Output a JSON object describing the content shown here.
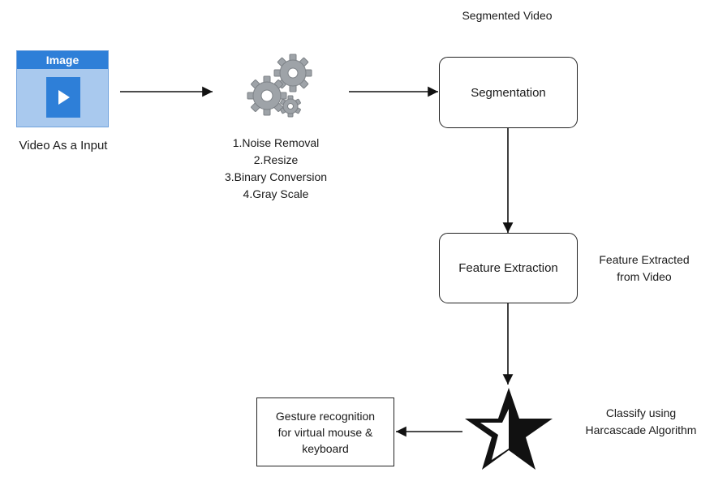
{
  "input": {
    "card_title": "Image",
    "label": "Video  As a Input",
    "play_icon": "play-icon"
  },
  "preprocess": {
    "icon": "gears-icon",
    "steps": [
      "1.Noise Removal",
      "2.Resize",
      "3.Binary Conversion",
      "4.Gray Scale"
    ]
  },
  "segmentation": {
    "label": "Segmentation",
    "caption": "Segmented Video"
  },
  "feature_extraction": {
    "label": "Feature Extraction",
    "caption_line1": "Feature Extracted",
    "caption_line2": "from Video"
  },
  "classifier": {
    "icon": "star-icon",
    "caption_line1": "Classify using",
    "caption_line2": "Harcascade Algorithm"
  },
  "output": {
    "line1": "Gesture recognition",
    "line2": "for virtual mouse &",
    "line3": "keyboard"
  },
  "colors": {
    "card_header": "#2e7fd8",
    "card_body": "#a9c9ee",
    "gear": "#9ea3a8",
    "line": "#111111"
  }
}
